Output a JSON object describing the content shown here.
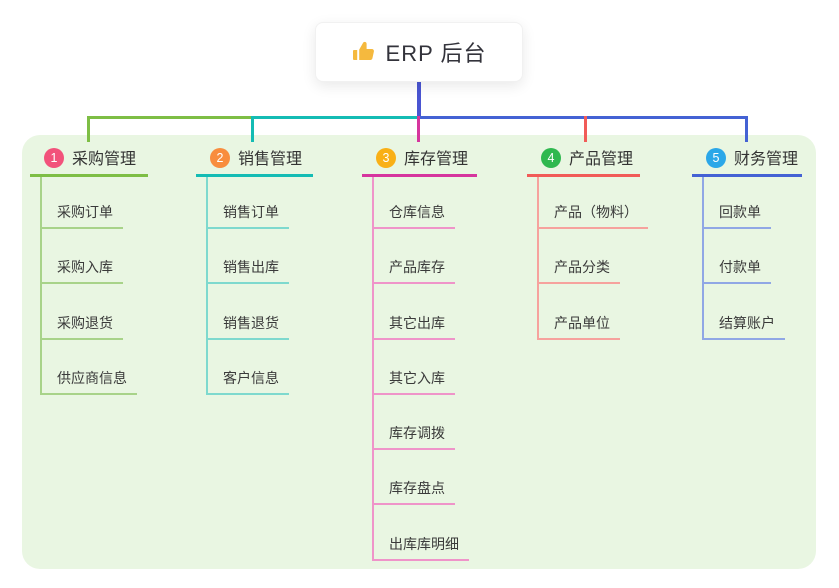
{
  "root": {
    "label": "ERP 后台",
    "icon": "thumbs-up-icon",
    "icon_color": "#F5B93E"
  },
  "panel": {
    "background_color": "#E9F6E2"
  },
  "connector": {
    "stem_color": "#4A55D2"
  },
  "branches": [
    {
      "index": "1",
      "label": "采购管理",
      "badge_color": "#F2527B",
      "line_color": "#7EBE45",
      "child_line_color": "#A8D389",
      "children": [
        "采购订单",
        "采购入库",
        "采购退货",
        "供应商信息"
      ]
    },
    {
      "index": "2",
      "label": "销售管理",
      "badge_color": "#F88D3E",
      "line_color": "#14BCB4",
      "child_line_color": "#7ED9CE",
      "children": [
        "销售订单",
        "销售出库",
        "销售退货",
        "客户信息"
      ]
    },
    {
      "index": "3",
      "label": "库存管理",
      "badge_color": "#F9B016",
      "line_color": "#D6359E",
      "child_line_color": "#EF94C9",
      "children": [
        "仓库信息",
        "产品库存",
        "其它出库",
        "其它入库",
        "库存调拨",
        "库存盘点",
        "出库库明细"
      ]
    },
    {
      "index": "4",
      "label": "产品管理",
      "badge_color": "#2FB84F",
      "line_color": "#F15B58",
      "child_line_color": "#F6A29D",
      "children": [
        "产品（物料）",
        "产品分类",
        "产品单位"
      ]
    },
    {
      "index": "5",
      "label": "财务管理",
      "badge_color": "#2BA7E8",
      "line_color": "#4462D4",
      "child_line_color": "#90A7E5",
      "children": [
        "回款单",
        "付款单",
        "结算账户"
      ]
    }
  ]
}
